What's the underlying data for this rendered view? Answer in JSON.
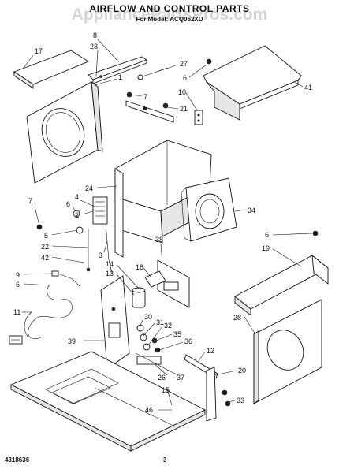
{
  "header": {
    "title": "AIRFLOW AND CONTROL PARTS",
    "subtitle": "For Model: ACQ052XD",
    "watermark": "AppliancePartsPros.com"
  },
  "footer": {
    "document_number": "4318636",
    "page_number": "3"
  },
  "callouts": [
    {
      "id": "c17",
      "text": "17"
    },
    {
      "id": "c8",
      "text": "8"
    },
    {
      "id": "c23",
      "text": "23"
    },
    {
      "id": "c27",
      "text": "27"
    },
    {
      "id": "c6a",
      "text": "6"
    },
    {
      "id": "c41",
      "text": "41"
    },
    {
      "id": "c1",
      "text": "1"
    },
    {
      "id": "c7a",
      "text": "7"
    },
    {
      "id": "c10",
      "text": "10"
    },
    {
      "id": "c21",
      "text": "21"
    },
    {
      "id": "c24",
      "text": "24"
    },
    {
      "id": "c4",
      "text": "4"
    },
    {
      "id": "c7b",
      "text": "7"
    },
    {
      "id": "c6b",
      "text": "6"
    },
    {
      "id": "c2",
      "text": "2"
    },
    {
      "id": "c5",
      "text": "5"
    },
    {
      "id": "c22",
      "text": "22"
    },
    {
      "id": "c42",
      "text": "42"
    },
    {
      "id": "c3",
      "text": "3"
    },
    {
      "id": "c34",
      "text": "34"
    },
    {
      "id": "c6c",
      "text": "6"
    },
    {
      "id": "c19",
      "text": "19"
    },
    {
      "id": "c38",
      "text": "38"
    },
    {
      "id": "c14",
      "text": "14"
    },
    {
      "id": "c18",
      "text": "18"
    },
    {
      "id": "c13",
      "text": "13"
    },
    {
      "id": "c9",
      "text": "9"
    },
    {
      "id": "c6d",
      "text": "6"
    },
    {
      "id": "c11",
      "text": "11"
    },
    {
      "id": "c28",
      "text": "28"
    },
    {
      "id": "c30",
      "text": "30"
    },
    {
      "id": "c31",
      "text": "31"
    },
    {
      "id": "c32",
      "text": "32"
    },
    {
      "id": "c35",
      "text": "35"
    },
    {
      "id": "c39",
      "text": "39"
    },
    {
      "id": "c36",
      "text": "36"
    },
    {
      "id": "c12",
      "text": "12"
    },
    {
      "id": "c20",
      "text": "20"
    },
    {
      "id": "c26",
      "text": "26"
    },
    {
      "id": "c37",
      "text": "37"
    },
    {
      "id": "c15",
      "text": "15"
    },
    {
      "id": "c33",
      "text": "33"
    },
    {
      "id": "c46",
      "text": "46"
    }
  ]
}
